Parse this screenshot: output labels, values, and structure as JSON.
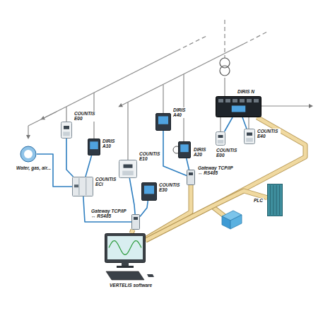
{
  "diagram": {
    "nodes": [
      {
        "text": [
          "COUNTIS E00"
        ]
      },
      {
        "text": [
          "DIRIS A10"
        ]
      },
      {
        "text": [
          "COUNTIS ECi"
        ]
      },
      {
        "text": [
          "Water, gas, air..."
        ]
      },
      {
        "text": [
          "COUNTIS E10"
        ]
      },
      {
        "text": [
          "COUNTIS E30"
        ]
      },
      {
        "text": [
          "DIRIS A40"
        ]
      },
      {
        "text": [
          "DIRIS A20"
        ]
      },
      {
        "text": [
          "COUNTIS E00"
        ]
      },
      {
        "text": [
          "COUNTIS E40"
        ]
      },
      {
        "text": [
          "DIRIS N"
        ]
      },
      {
        "text": [
          "Gateway TCP/IP ↔ RS485"
        ]
      },
      {
        "text": [
          "Gateway TCP/IP ↔ RS485"
        ]
      },
      {
        "text": [
          "PLC"
        ]
      },
      {
        "text": [
          "VERTELIS software"
        ]
      }
    ],
    "edges": [
      {
        "from": 0,
        "to": 2,
        "arrow": "none"
      },
      {
        "from": 1,
        "to": 2,
        "arrow": "none"
      },
      {
        "from": 3,
        "to": 2,
        "arrow": "none"
      },
      {
        "from": 2,
        "to": 12,
        "arrow": "none"
      },
      {
        "from": 4,
        "to": 12,
        "arrow": "none"
      },
      {
        "from": 5,
        "to": 12,
        "arrow": "none"
      },
      {
        "from": 6,
        "to": 11,
        "arrow": "none"
      },
      {
        "from": 7,
        "to": 11,
        "arrow": "none"
      },
      {
        "from": 8,
        "to": 10,
        "arrow": "none"
      },
      {
        "from": 9,
        "to": 10,
        "arrow": "none"
      },
      {
        "from": 12,
        "to": 14,
        "arrow": "none"
      },
      {
        "from": 11,
        "to": 14,
        "arrow": "none"
      },
      {
        "from": 10,
        "to": 14,
        "arrow": "none"
      },
      {
        "from": 13,
        "to": 14,
        "arrow": "none"
      }
    ]
  }
}
